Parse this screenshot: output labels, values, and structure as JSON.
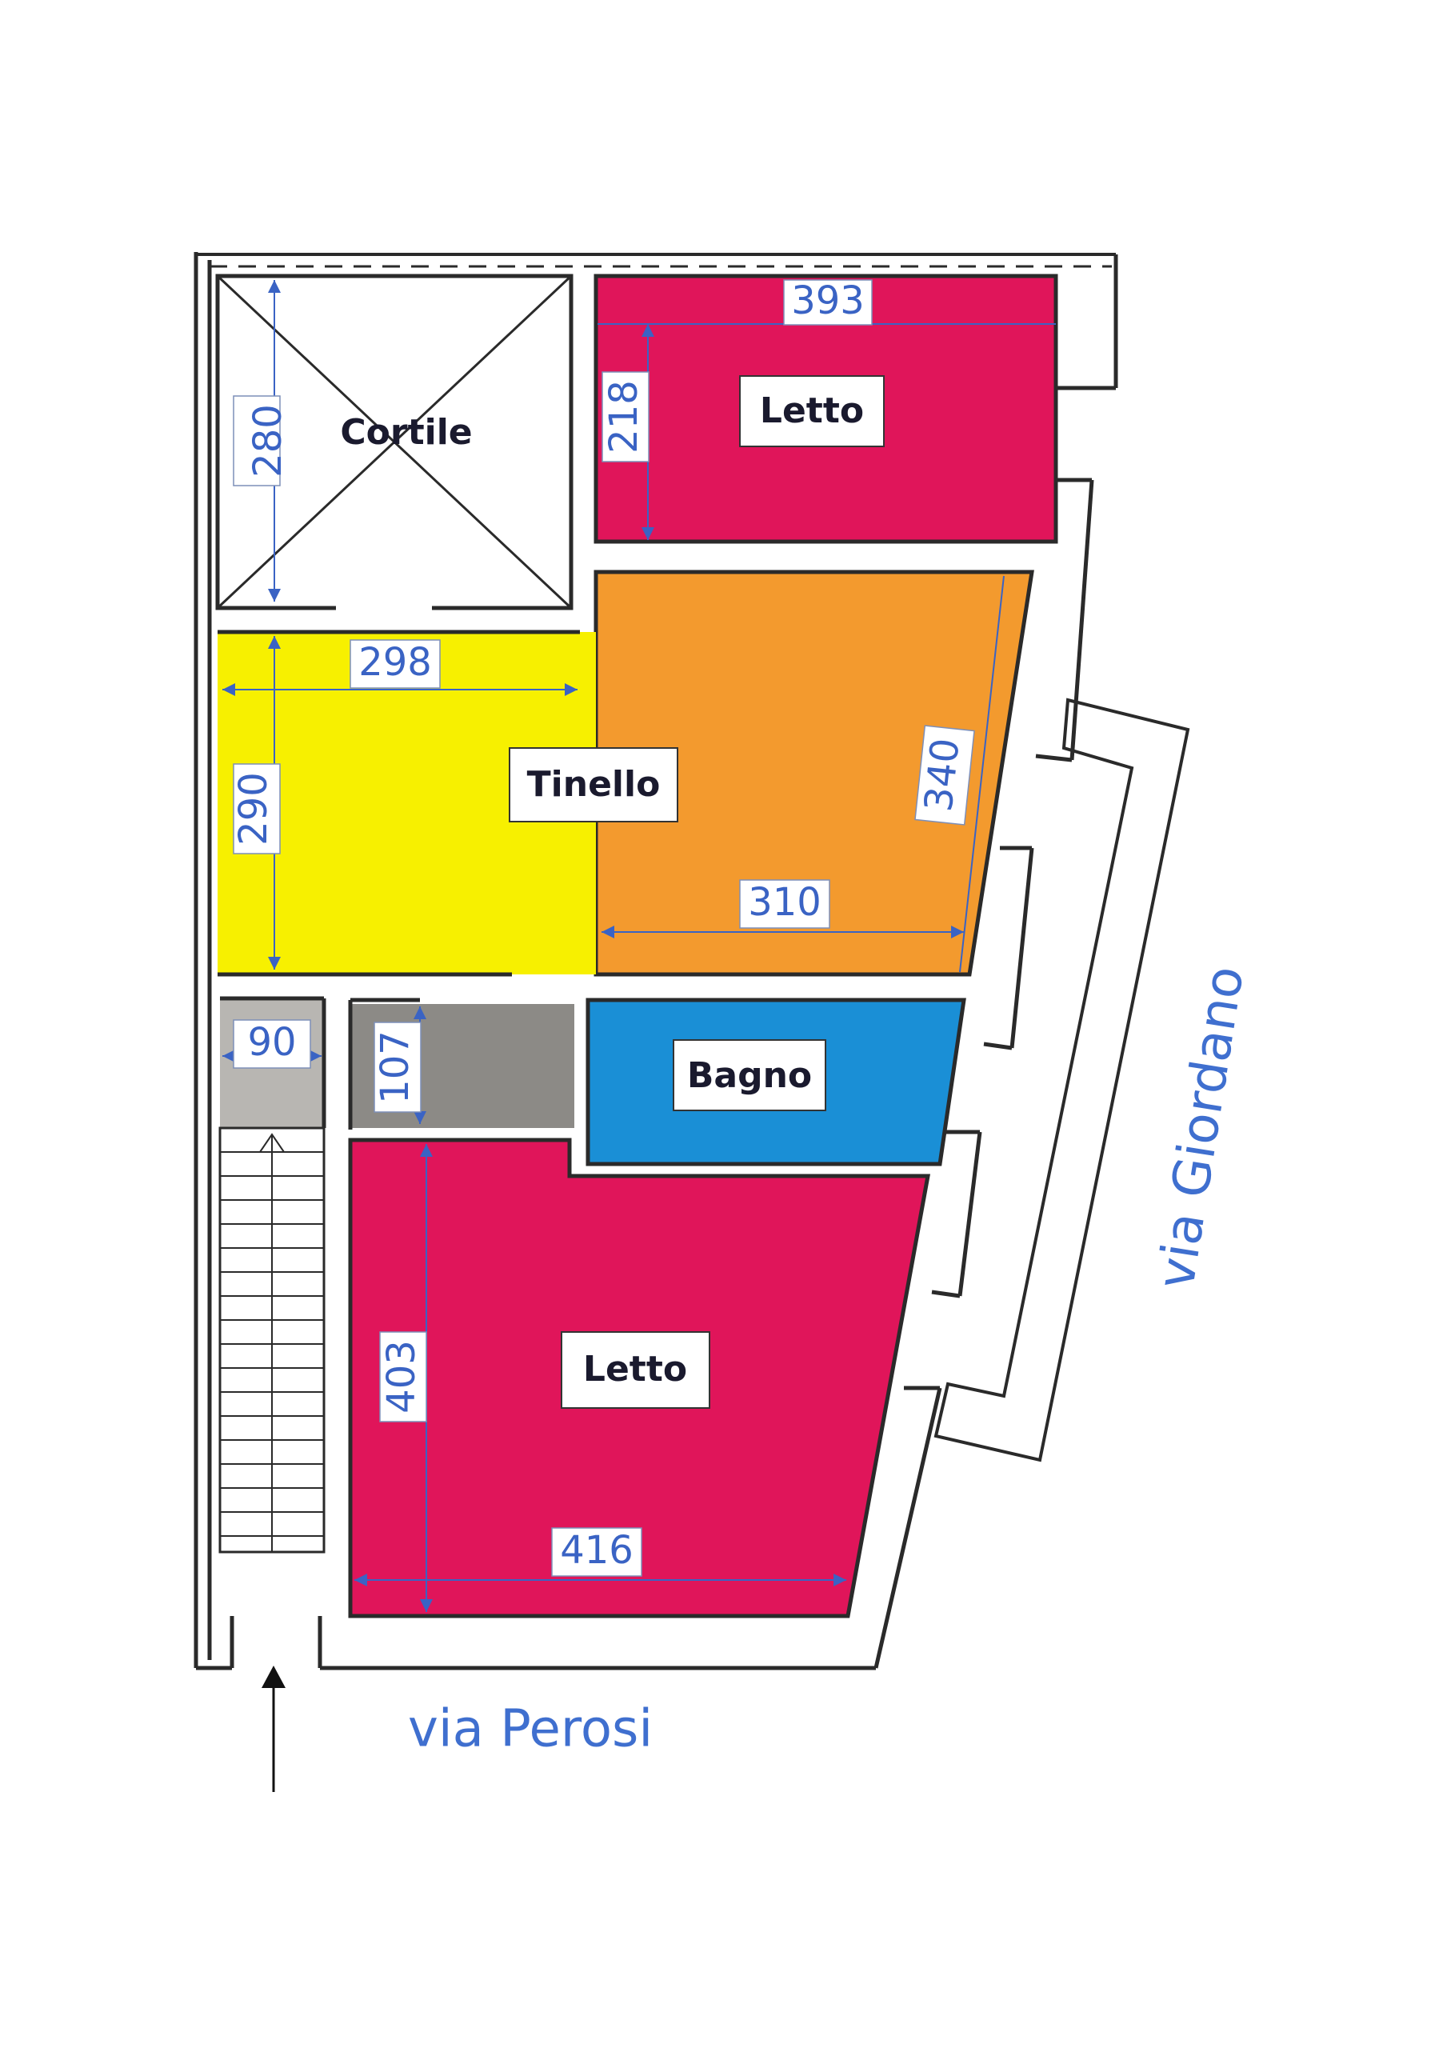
{
  "rooms": {
    "cortile": "Cortile",
    "letto_top": "Letto",
    "tinello": "Tinello",
    "bagno": "Bagno",
    "letto_bottom": "Letto"
  },
  "dimensions": {
    "cortile_height": "280",
    "letto_top_width": "393",
    "letto_top_height": "218",
    "tinello_width": "298",
    "tinello_height": "290",
    "orange_height": "340",
    "orange_width": "310",
    "landing_width": "90",
    "corridor_height": "107",
    "letto_bottom_height": "403",
    "letto_bottom_width": "416"
  },
  "streets": {
    "perosi": "via Perosi",
    "giordano": "via Giordano"
  },
  "colors": {
    "letto": "#e0155a",
    "tinello": "#f7f000",
    "orange_room": "#f39a2e",
    "bagno": "#1a8fd6",
    "corridor": "#8c8a86",
    "landing": "#b8b6b2",
    "wall": "#2a2a2a",
    "dimension": "#3a63c4"
  }
}
